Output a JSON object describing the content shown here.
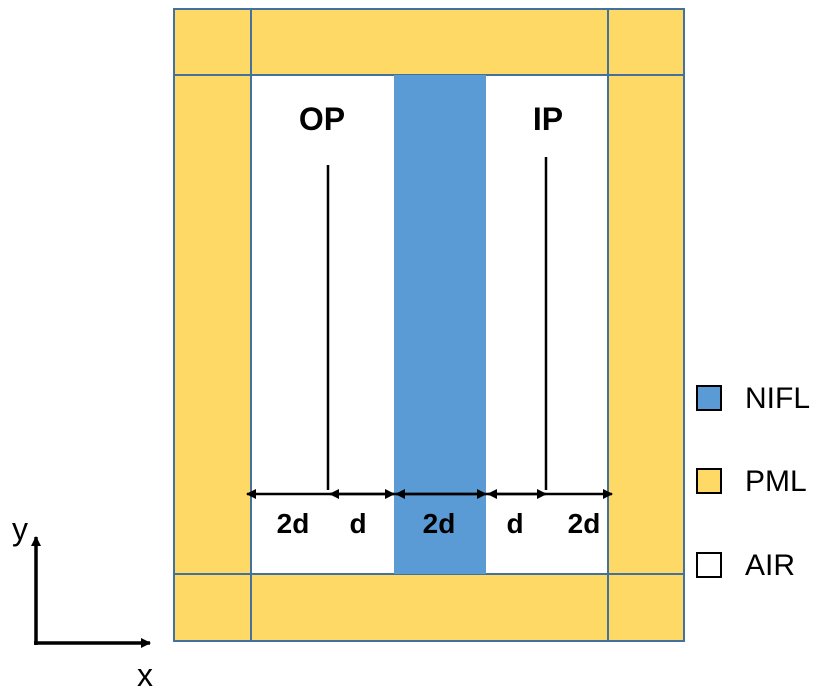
{
  "regions": {
    "op_label": "OP",
    "ip_label": "IP"
  },
  "dimensions": {
    "seg1": "2d",
    "seg2": "d",
    "seg3": "2d",
    "seg4": "d",
    "seg5": "2d"
  },
  "legend": {
    "items": [
      {
        "label": "NIFL",
        "color": "#5b9bd5"
      },
      {
        "label": "PML",
        "color": "#ffd966"
      },
      {
        "label": "AIR",
        "color": "#ffffff"
      }
    ]
  },
  "axes": {
    "x_label": "x",
    "y_label": "y"
  },
  "colors": {
    "pml": "#ffd966",
    "nifl": "#5b9bd5",
    "air": "#ffffff",
    "border": "#41719c"
  }
}
